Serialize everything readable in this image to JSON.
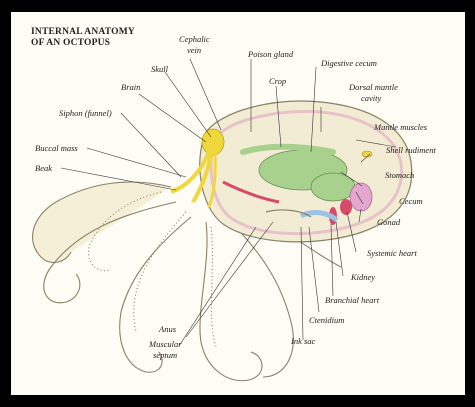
{
  "title": {
    "line1": "INTERNAL ANATOMY",
    "line2": "OF AN OCTOPUS"
  },
  "labels": {
    "skull": "Skull",
    "cephalic_vein_1": "Cephalic",
    "cephalic_vein_2": "vein",
    "poison_gland": "Poison gland",
    "digestive_cecum": "Digestive cecum",
    "crop": "Crop",
    "brain": "Brain",
    "dorsal_mantle_cavity_1": "Dorsal mantle",
    "dorsal_mantle_cavity_2": "cavity",
    "siphon": "Siphon (funnel)",
    "mantle_muscles": "Mantle muscles",
    "buccal_mass": "Buccal mass",
    "shell_rudiment": "Shell rudiment",
    "beak": "Beak",
    "stomach": "Stomach",
    "cecum": "Cecum",
    "gonad": "Gonad",
    "systemic_heart": "Systemic heart",
    "kidney": "Kidney",
    "branchial_heart": "Branchial heart",
    "ctenidium": "Ctenidium",
    "anus": "Anus",
    "muscular_septum_1": "Muscular",
    "muscular_septum_2": "septum",
    "ink_sac": "Ink sac"
  },
  "colors": {
    "frame": "#000000",
    "paper": "#fdfcf5",
    "body_tint": "#f3ecd4",
    "body_outline": "#8a8066",
    "brain_nerve": "#f0d83a",
    "digestive": "#a8d18d",
    "gonad": "#e3a7d0",
    "heart": "#d64a6a",
    "kidney": "#9bc3e6",
    "mantle_pink": "#e7c3c9"
  }
}
